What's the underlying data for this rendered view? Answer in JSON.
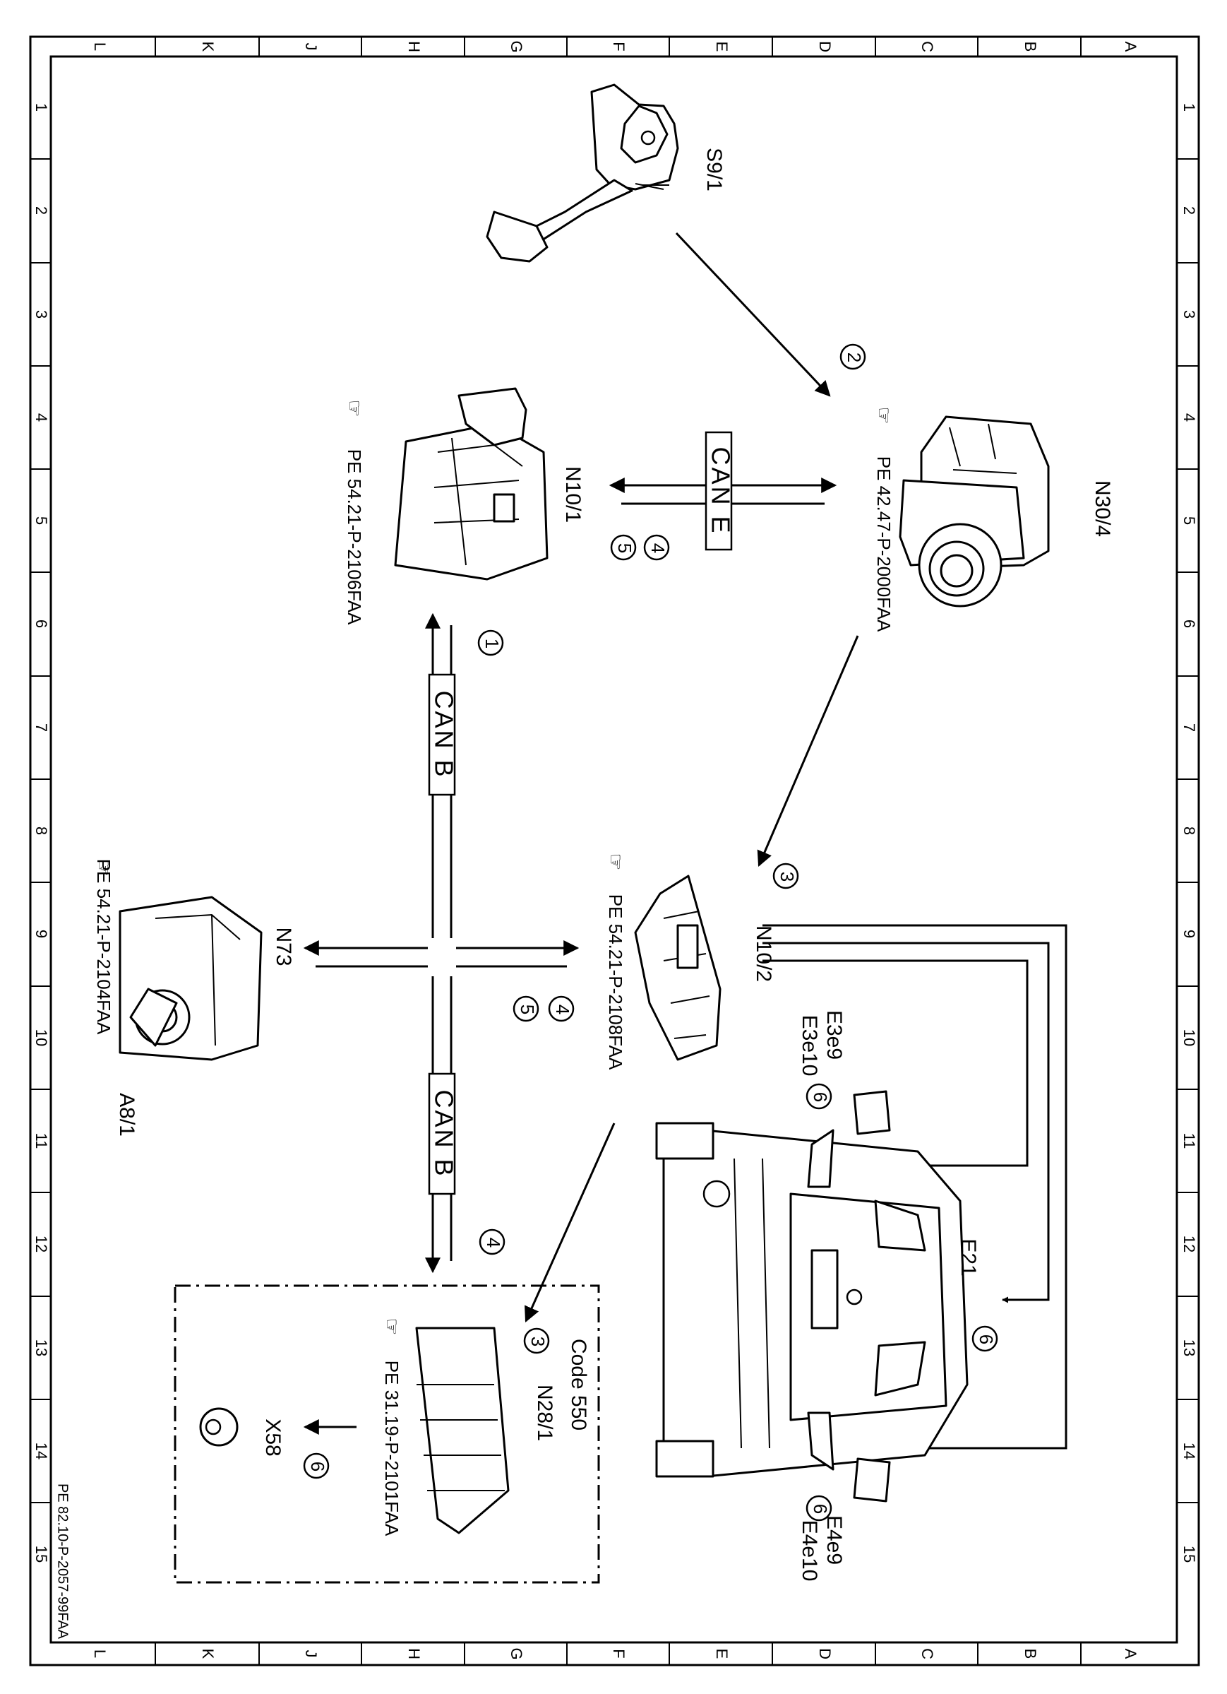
{
  "grid": {
    "columns": [
      "L",
      "K",
      "J",
      "H",
      "G",
      "F",
      "E",
      "D",
      "C",
      "B",
      "A"
    ],
    "rows": [
      "1",
      "2",
      "3",
      "4",
      "5",
      "6",
      "7",
      "8",
      "9",
      "10",
      "11",
      "12",
      "13",
      "14",
      "15"
    ]
  },
  "drawing_code": "PE 82.10-P-2057-99FAA",
  "components": {
    "s9_1": "S9/1",
    "n30_4": "N30/4",
    "n10_1": "N10/1",
    "n10_2": "N10/2",
    "n73": "N73",
    "a8_1": "A8/1",
    "n28_1": "N28/1",
    "x58": "X58",
    "e21": "E21",
    "e3e9": "E3e9",
    "e3e10": "E3e10",
    "e4e9": "E4e9",
    "e4e10": "E4e10"
  },
  "references": {
    "n30_4": "PE 42.47-P-2000FAA",
    "n10_1": "PE 54.21-P-2106FAA",
    "n10_2": "PE 54.21-P-2108FAA",
    "a8_1": "PE 54.21-P-2104FAA",
    "n28_1": "PE 31.19-P-2101FAA"
  },
  "buses": {
    "can_e": "CAN E",
    "can_b_upper": "CAN B",
    "can_b_lower": "CAN B"
  },
  "option_box": "Code 550",
  "steps": {
    "s1": "1",
    "s2": "2",
    "s3a": "3",
    "s3b": "3",
    "s4a": "4",
    "s4b": "4",
    "s4c": "4",
    "s5a": "5",
    "s5b": "5",
    "s6a": "6",
    "s6b": "6",
    "s6c": "6",
    "s6d": "6"
  }
}
